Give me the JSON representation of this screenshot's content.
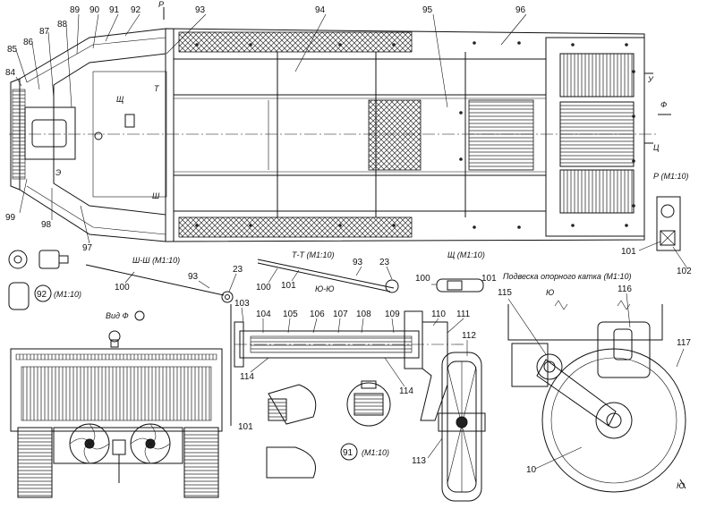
{
  "callouts": {
    "c23a": "23",
    "c23b": "23",
    "c84": "84",
    "c85": "85",
    "c86": "86",
    "c87": "87",
    "c88": "88",
    "c89": "89",
    "c90": "90",
    "c91": "91",
    "c92": "92",
    "c93": "93",
    "c93b": "93",
    "c93c": "93",
    "c94": "94",
    "c95": "95",
    "c96": "96",
    "c97": "97",
    "c98": "98",
    "c99": "99",
    "c100a": "100",
    "c100b": "100",
    "c101a": "101",
    "c101b": "101",
    "c101c": "101",
    "c101d": "101",
    "c102": "102",
    "c103": "103",
    "c104": "104",
    "c105": "105",
    "c106": "106",
    "c107": "107",
    "c108": "108",
    "c109": "109",
    "c110": "110",
    "c111": "111",
    "c112": "112",
    "c113": "113",
    "c114a": "114",
    "c114b": "114",
    "c115": "115",
    "c116": "116",
    "c117": "117",
    "c10": "10",
    "c91b": "91",
    "c92b": "92"
  },
  "section_titles": {
    "sh_sh": "Ш-Ш (М1:10)",
    "t_t": "Т-Т (М1:10)",
    "shch": "Щ (М1:10)",
    "r": "Р (М1:10)",
    "yu_yu": "Ю-Ю",
    "vid_f": "Вид Ф",
    "podveska": "Подвеска опорного катка (М1:10)",
    "m110_91": "(М1:10)",
    "m110_92": "(М1:10)"
  },
  "marks": {
    "r_top": "Р",
    "t_mark": "Т",
    "shch_mark": "Щ",
    "sh_mark": "Ш",
    "e_mark": "Э",
    "u_mark": "У",
    "f_mark": "Ф",
    "ts_mark": "Ц",
    "yu_a": "Ю",
    "yu_b": "Ю"
  }
}
